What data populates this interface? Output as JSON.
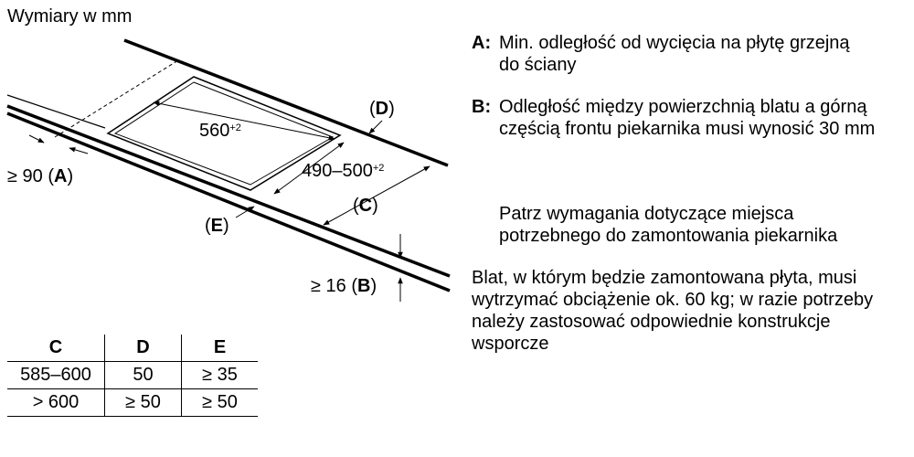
{
  "header": "Wymiary w mm",
  "diagram": {
    "width_label": "560",
    "width_tol": "+2",
    "depth_label": "490–500",
    "depth_tol": "+2",
    "label_D": "D",
    "label_C": "C",
    "label_E": "E",
    "label_A_prefix": "≥ 90",
    "label_A": "A",
    "label_B_prefix": "≥ 16",
    "label_B": "B"
  },
  "notes": {
    "a_key": "A:",
    "a_text": "Min. odległość od wycięcia na płytę grzejną do ściany",
    "b_key": "B:",
    "b_text": "Odległość między powierzchnią blatu a górną częścią frontu piekarnika musi wynosić 30 mm",
    "oven_text": "Patrz wymagania dotyczące miejsca potrzebnego do zamontowania piekarnika",
    "load_text": "Blat, w którym będzie zamontowana płyta, musi wytrzymać obciążenie ok. 60 kg; w razie potrzeby należy zastosować odpowiednie konstrukcje wsporcze"
  },
  "table": {
    "headers": [
      "C",
      "D",
      "E"
    ],
    "rows": [
      [
        "585–600",
        "50",
        "≥ 35"
      ],
      [
        "> 600",
        "≥ 50",
        "≥ 50"
      ]
    ]
  }
}
